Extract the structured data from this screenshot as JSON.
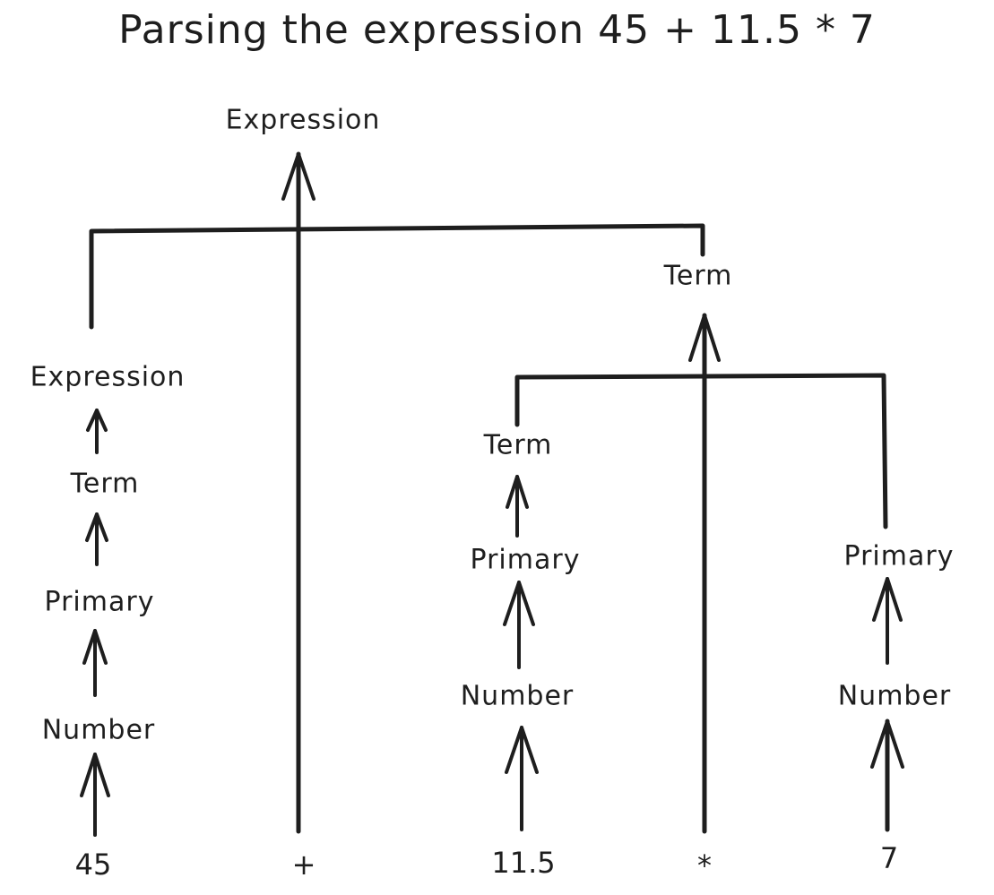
{
  "title": "Parsing the expression 45 + 11.5 * 7",
  "nodes": {
    "root_expression": "Expression",
    "left_expression": "Expression",
    "left_term": "Term",
    "left_primary": "Primary",
    "left_number": "Number",
    "right_term": "Term",
    "mid_term": "Term",
    "mid_primary": "Primary",
    "mid_number": "Number",
    "far_primary": "Primary",
    "far_number": "Number"
  },
  "tokens": [
    "45",
    "+",
    "11.5",
    "*",
    "7"
  ]
}
